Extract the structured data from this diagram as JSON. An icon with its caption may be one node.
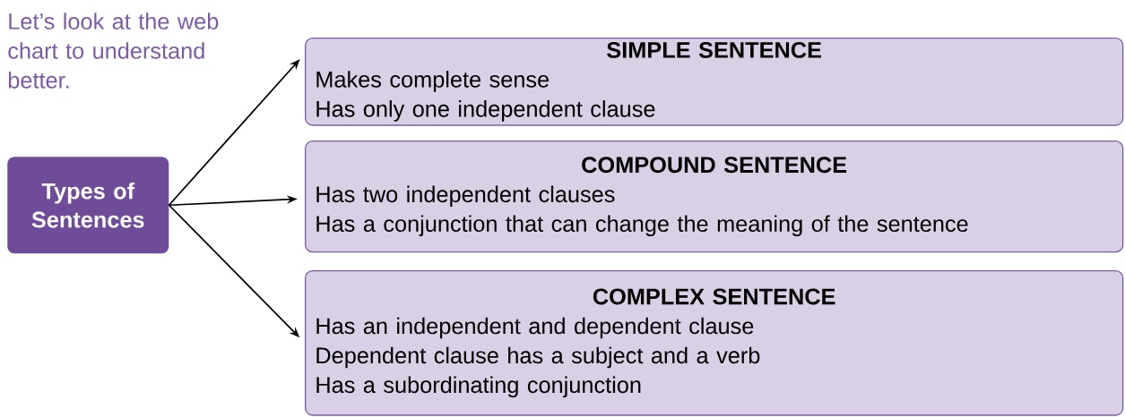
{
  "diagram": {
    "nodes": [
      {
        "text": [
          "Types of Sentences"
        ]
      },
      {
        "text": [
          "SIMPLE SENTENCE",
          "Makes complete sense",
          "Has only one independent clause"
        ]
      },
      {
        "text": [
          "COMPOUND SENTENCE",
          "Has two independent clauses",
          "Has a conjunction that can change the meaning of the sentence"
        ]
      },
      {
        "text": [
          "COMPLEX SENTENCE",
          "Has an independent and dependent clause",
          "Dependent clause has a subject and a verb",
          "Has a subordinating conjunction"
        ]
      }
    ],
    "edges": [
      {
        "from": 0,
        "to": 1,
        "arrow": "to"
      },
      {
        "from": 0,
        "to": 2,
        "arrow": "to"
      },
      {
        "from": 0,
        "to": 3,
        "arrow": "to"
      }
    ],
    "labels": [
      "Let’s look at the web chart to understand better."
    ]
  }
}
